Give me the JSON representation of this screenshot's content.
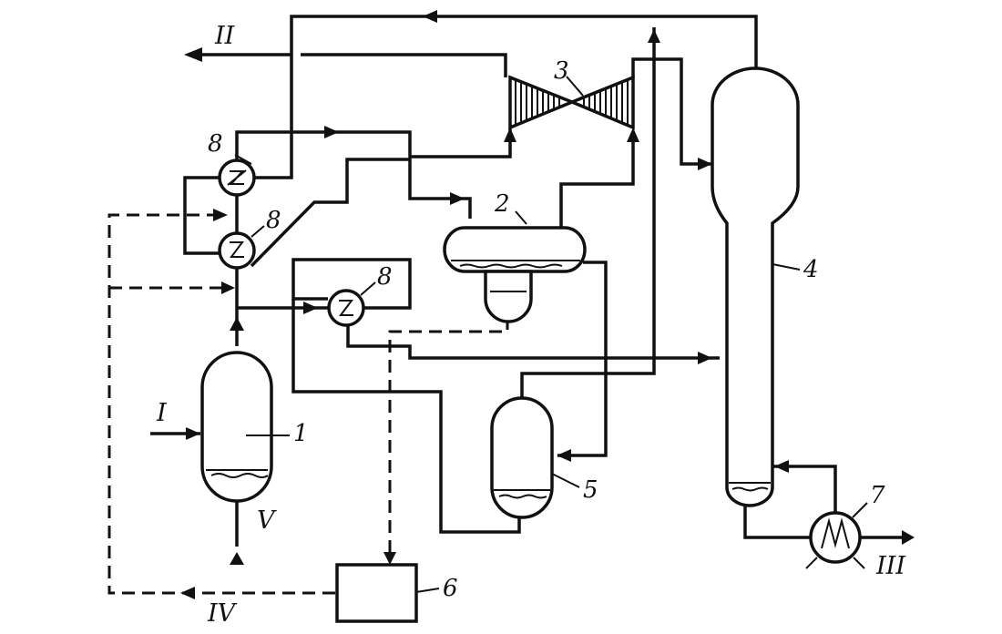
{
  "equipment_labels": {
    "reactor": "1",
    "separator": "2",
    "turbo_expander": "3",
    "column": "4",
    "drum": "5",
    "unit_6": "6",
    "reboiler": "7",
    "heat_exchanger": "8"
  },
  "stream_labels": {
    "feed": "I",
    "gas_out": "II",
    "bottom_product": "III",
    "dashed_stream": "IV",
    "liquid_out": "V"
  }
}
